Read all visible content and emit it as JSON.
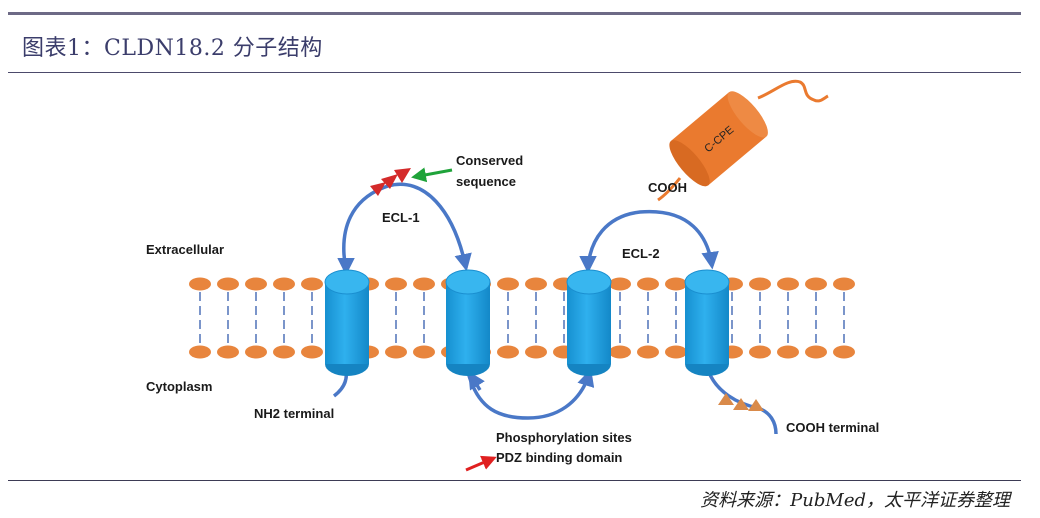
{
  "figure": {
    "title": "图表1：CLDN18.2 分子结构",
    "source": "资料来源：PubMed，太平洋证券整理"
  },
  "diagram": {
    "labels": {
      "extracellular": "Extracellular",
      "cytoplasm": "Cytoplasm",
      "ecl1": "ECL-1",
      "ecl2": "ECL-2",
      "conserved_line1": "Conserved",
      "conserved_line2": "sequence",
      "nh2_terminal": "NH2 terminal",
      "cooh_terminal": "COOH terminal",
      "cooh_cpe": "COOH",
      "cpe": "C-CPE",
      "phospho": "Phosphorylation sites",
      "pdz": "PDZ binding domain"
    },
    "colors": {
      "lipid": "#e8853d",
      "helix": "#1ea0e0",
      "loop": "#4a78c7",
      "cpe": "#ea7a2f",
      "conserved": "#d42a2a",
      "green_arrow": "#1fa33a",
      "red_arrow": "#e02020"
    }
  }
}
